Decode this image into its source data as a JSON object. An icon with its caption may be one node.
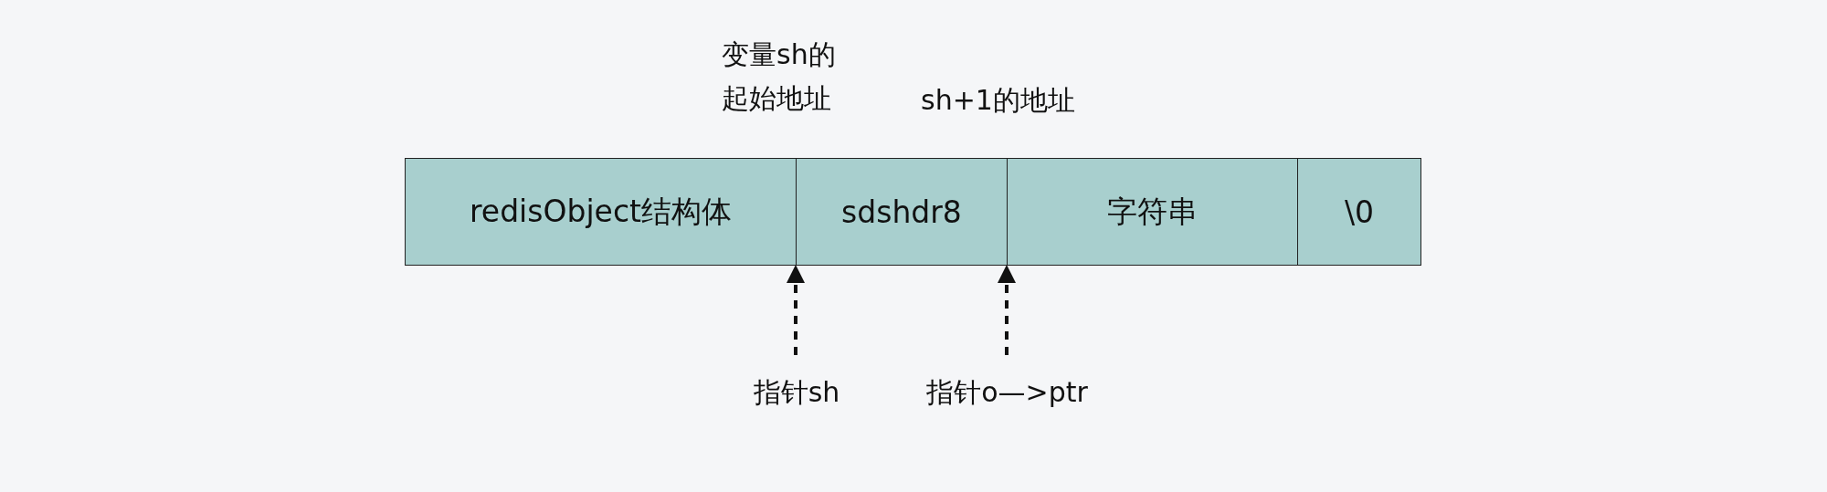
{
  "diagram": {
    "nodes": [
      {
        "text": [
          "redisObject结构体"
        ]
      },
      {
        "text": [
          "sdshdr8"
        ]
      },
      {
        "text": [
          "字符串"
        ]
      },
      {
        "text": [
          "\\0"
        ]
      },
      {
        "text": [
          "指针sh"
        ]
      },
      {
        "text": [
          "指针o—>ptr"
        ]
      }
    ],
    "edges": [
      {
        "from": 4,
        "to": 1,
        "arrow": "to",
        "style": "dashed"
      },
      {
        "from": 5,
        "to": 2,
        "arrow": "to",
        "style": "dashed"
      }
    ],
    "labels": [
      "变量sh的起始地址",
      "sh+1的地址"
    ]
  }
}
